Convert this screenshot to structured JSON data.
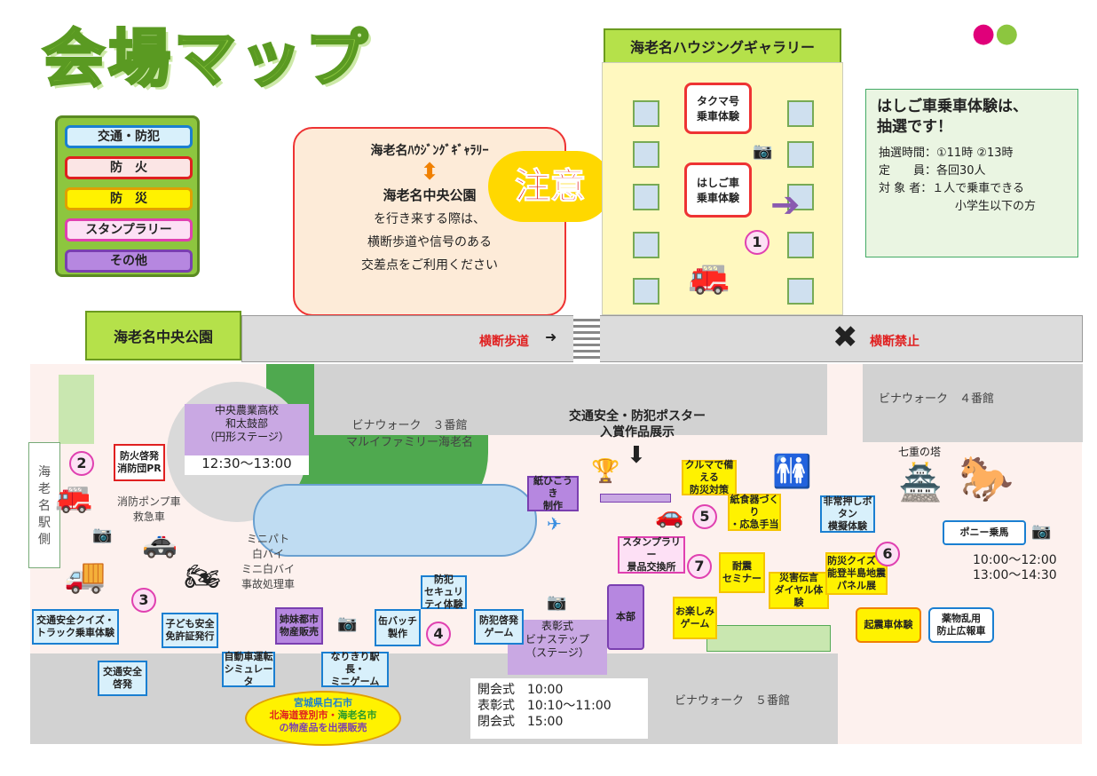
{
  "title": "会場マップ",
  "legend": [
    "交通・防犯",
    "防　火",
    "防　災",
    "スタンプラリー",
    "その他"
  ],
  "colors": {
    "traffic": "#1a7fd1",
    "fire": "#e02020",
    "disaster": "#f5c400",
    "stamp": "#e040b0",
    "other": "#7a3fb0"
  },
  "gallery": {
    "title": "海老名ハウジングギャラリー",
    "takuma": "タクマ号\n乗車体験",
    "hashigo": "はしご車\n乗車体験"
  },
  "notice": {
    "line1": "海老名ﾊｳｼﾞﾝｸﾞｷﾞｬﾗﾘｰ",
    "line2": "海老名中央公園",
    "line3": "を行き来する際は、",
    "line4": "横断歩道や信号のある",
    "line5": "交差点をご利用ください",
    "badge": "注意"
  },
  "info": {
    "title": "はしご車乗車体験は、\n抽選です！",
    "l1": "抽選時間：①11時 ②13時",
    "l2": "定　　員：各回30人",
    "l3": "対 象 者：１人で乗車できる",
    "l4": "小学生以下の方"
  },
  "park": {
    "title": "海老名中央公園"
  },
  "road": {
    "crosswalk": "横断歩道",
    "noCross": "横断禁止"
  },
  "areas": {
    "vinawalk4": "ビナウォーク　４番館",
    "vinawalk3": "ビナウォーク　３番館\nマルイファミリー海老名",
    "vinawalk5": "ビナウォーク　５番館",
    "pagoda": "七重の塔",
    "station": "海\n老\n名\n駅\n側"
  },
  "stage1": {
    "name": "中央農業高校\n和太鼓部\n（円形ステージ）",
    "time": "12:30～13:00"
  },
  "stage2": {
    "name": "表彰式\nビナステップ\n（ステージ）",
    "t1": "開会式　10:00",
    "t2": "表彰式　10:10～11:00",
    "t3": "閉会式　15:00"
  },
  "poster": "交通安全・防犯ポスター\n入賞作品展示",
  "pony": {
    "name": "ポニー乗馬",
    "t1": "10:00～12:00",
    "t2": "13:00～14:30"
  },
  "labels": {
    "pump": "消防ポンプ車\n救急車",
    "mini": "ミニパト\n白バイ\nミニ白バイ\n事故処理車"
  },
  "booths": [
    "防火啓発\n消防団PR",
    "紙ひこうき\n制作",
    "クルマで備える\n防災対策",
    "紙食器づくり\n・応急手当",
    "非常押しボタン\n模擬体験",
    "スタンプラリー\n景品交換所",
    "耐震\nセミナー",
    "災害伝言\nダイヤル体験",
    "防災クイズ・\n能登半島地震パネル展",
    "お楽しみ\nゲーム",
    "起震車体験",
    "薬物乱用\n防止広報車",
    "本部",
    "防犯\nセキュリティ体験",
    "防犯啓発\nゲーム",
    "缶バッチ\n製作",
    "姉妹都市\n物産販売",
    "なりきり駅長・\nミニゲーム",
    "自動車運転\nシミュレータ",
    "交通安全\n啓発",
    "子ども安全\n免許証発行",
    "交通安全クイズ・\nトラック乗車体験"
  ],
  "products": {
    "l1": "宮城県白石市",
    "l2": "北海道登別市・",
    "l3": "海老名市",
    "l4": "の物産品を出張販売"
  },
  "nums": [
    "1",
    "2",
    "3",
    "4",
    "5",
    "6",
    "7"
  ]
}
